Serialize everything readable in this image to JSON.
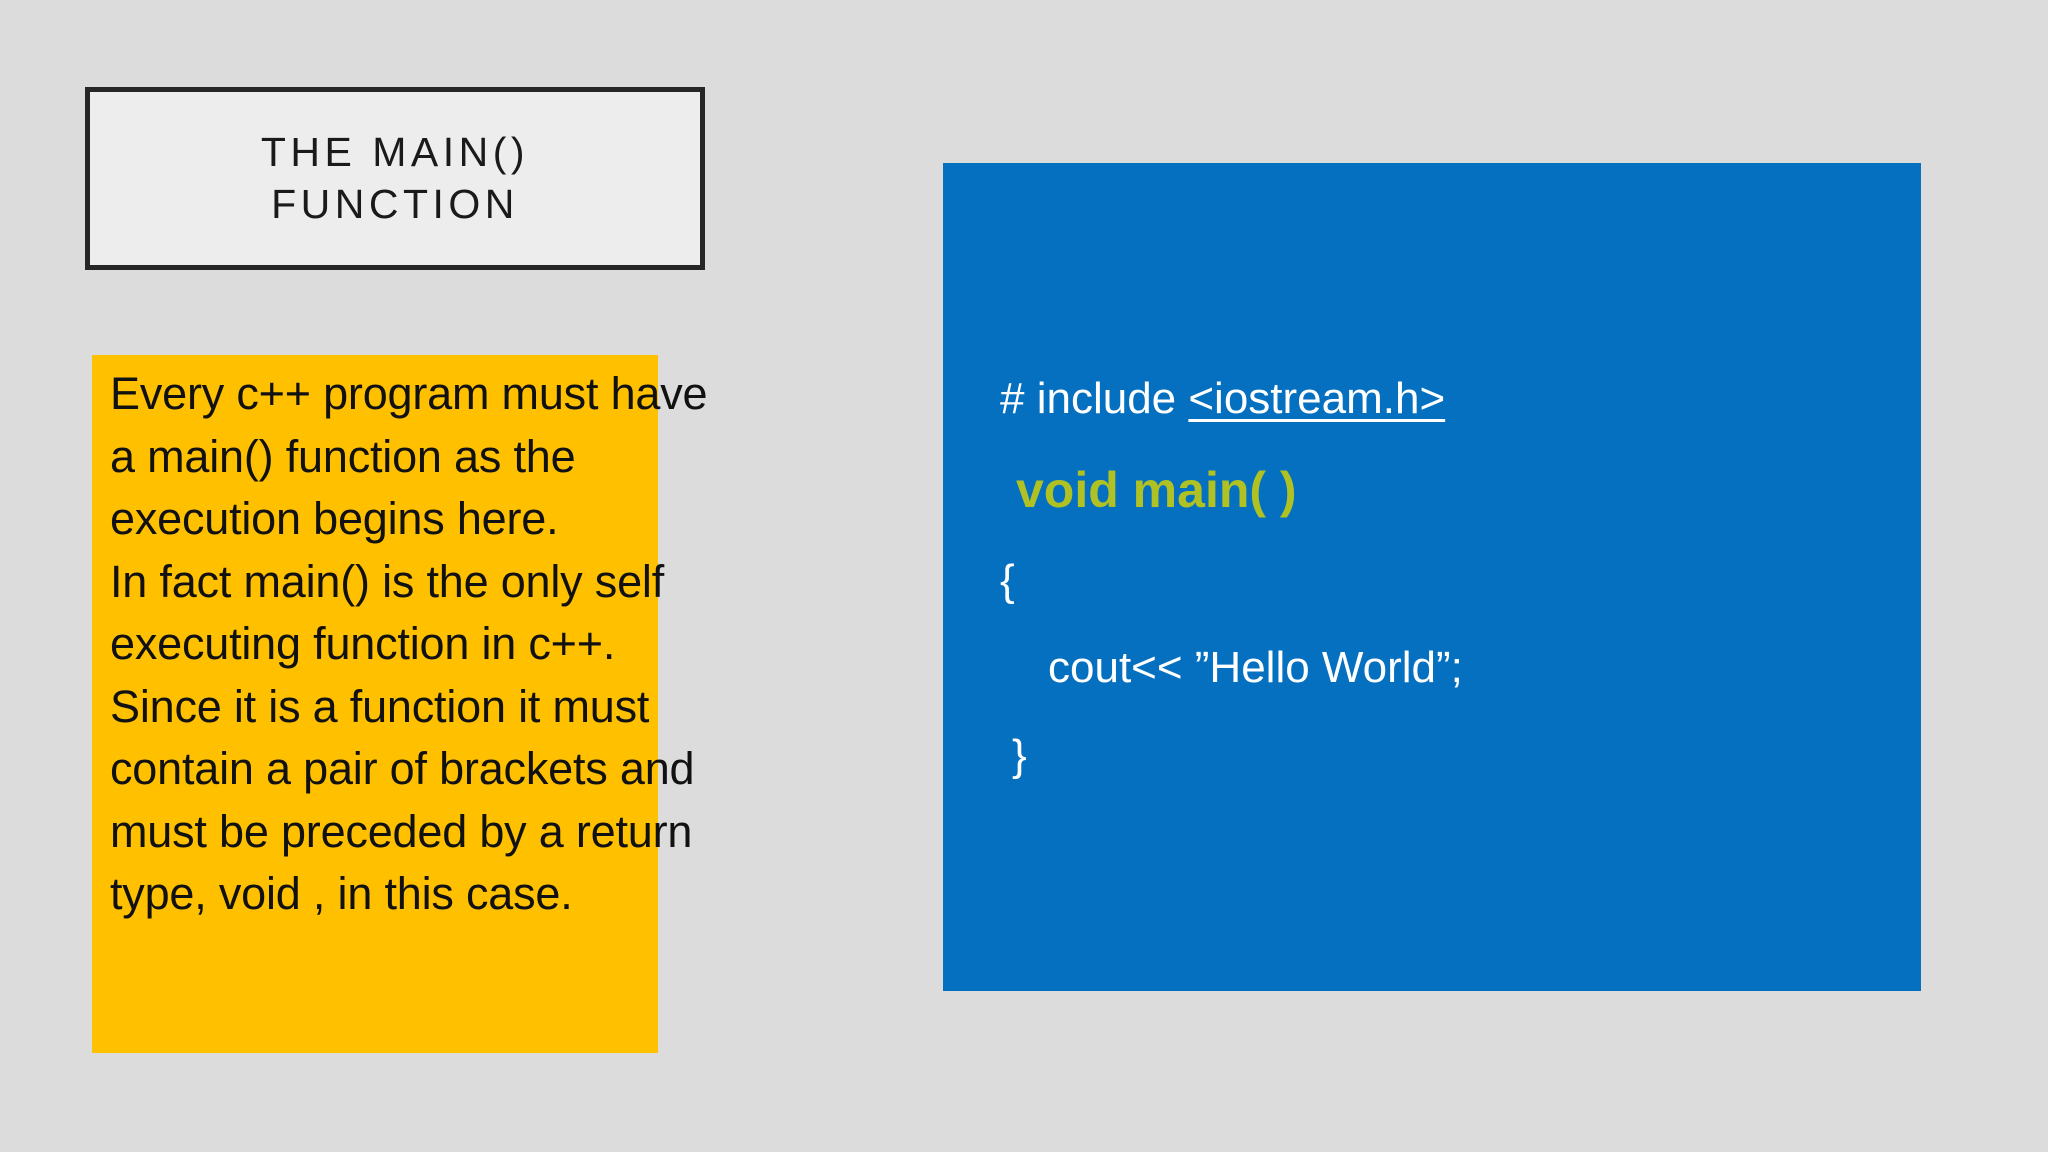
{
  "slide": {
    "background_color": "#dcdcdc"
  },
  "title": {
    "text": "THE MAIN()\nFUNCTION",
    "fill_color": "#ededed",
    "border_color": "#262626"
  },
  "body": {
    "fill_color": "#ffc000",
    "text_color": "#111111",
    "text": "Every c++ program must have a main() function as the execution begins here.\nIn fact main() is the only self executing function in c++.\nSince it is a function it must contain a pair of brackets and must be preceded by a return type, void , in this case.",
    "lines": [
      "Every c++ program",
      "must have a main()",
      "function as the",
      "execution begins here.",
      "In fact main() is the",
      "only self executing",
      "function in c++.",
      "Since it is a function it",
      "must contain a pair of",
      "brackets and must be",
      "preceded by a return",
      "type, void , in this case."
    ]
  },
  "code": {
    "fill_color": "#0570c0",
    "text_color": "#ffffff",
    "accent_color": "#b0c123",
    "include_prefix": "# include ",
    "include_header": "<iostream.h>",
    "signature": "void main( )",
    "brace_open": "{",
    "statement": "cout<< ”Hello World”;",
    "brace_close": "}"
  }
}
